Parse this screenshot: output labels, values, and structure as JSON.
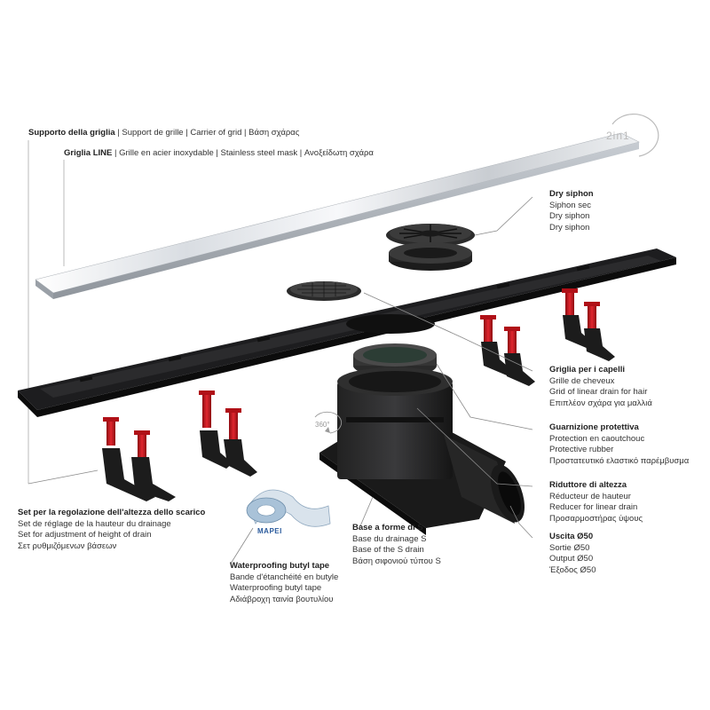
{
  "header": {
    "line1": {
      "main": "Supporto della griglia",
      "rest": "Support de grille | Carrier of grid | Βάση σχάρας"
    },
    "line2": {
      "main": "Griglia LINE",
      "rest": "Grille en acier inoxydable | Stainless steel mask | Ανοξείδωτη σχάρα"
    }
  },
  "badge_2in1": "2in1",
  "rotation_badge": "360°",
  "brand_logo": "MAPEI",
  "callouts": {
    "dry_siphon": [
      "Dry siphon",
      "Siphon sec",
      "Dry siphon",
      "Dry siphon"
    ],
    "hair_grid": [
      "Griglia per i capelli",
      "Grille de cheveux",
      "Grid of linear drain for hair",
      "Επιπλέον σχάρα για μαλλιά"
    ],
    "rubber": [
      "Guarnizione protettiva",
      "Protection en caoutchouc",
      "Protective rubber",
      "Προστατευτικό ελαστικό παρέμβυσμα"
    ],
    "reducer": [
      "Riduttore di altezza",
      "Réducteur de hauteur",
      "Reducer for linear drain",
      "Προσαρμοστήρας ύψους"
    ],
    "outlet": [
      "Uscita Ø50",
      "Sortie Ø50",
      "Output Ø50",
      "Έξοδος Ø50"
    ],
    "height_set": [
      "Set per la regolazione dell'altezza dello scarico",
      "Set de réglage de la hauteur du drainage",
      "Set for adjustment of height of drain",
      "Σετ ρυθμιζόμενων βάσεων"
    ],
    "base_s": [
      "Base a forme di S",
      "Base du drainage S",
      "Base of the S drain",
      "Βάση σιφονιού τύπου S"
    ],
    "tape": [
      "Waterproofing butyl tape",
      "Bande d'étanchéité en butyle",
      "Waterproofing butyl tape",
      "Αδιάβροχη ταινία βουτυλίου"
    ]
  },
  "colors": {
    "carrier": "#1c1c1e",
    "steel_light": "#f2f4f6",
    "steel_dark": "#b9bec4",
    "red_screw": "#c8141e",
    "leader": "#8a8a8a",
    "tape_blue": "#7fa7c9"
  }
}
